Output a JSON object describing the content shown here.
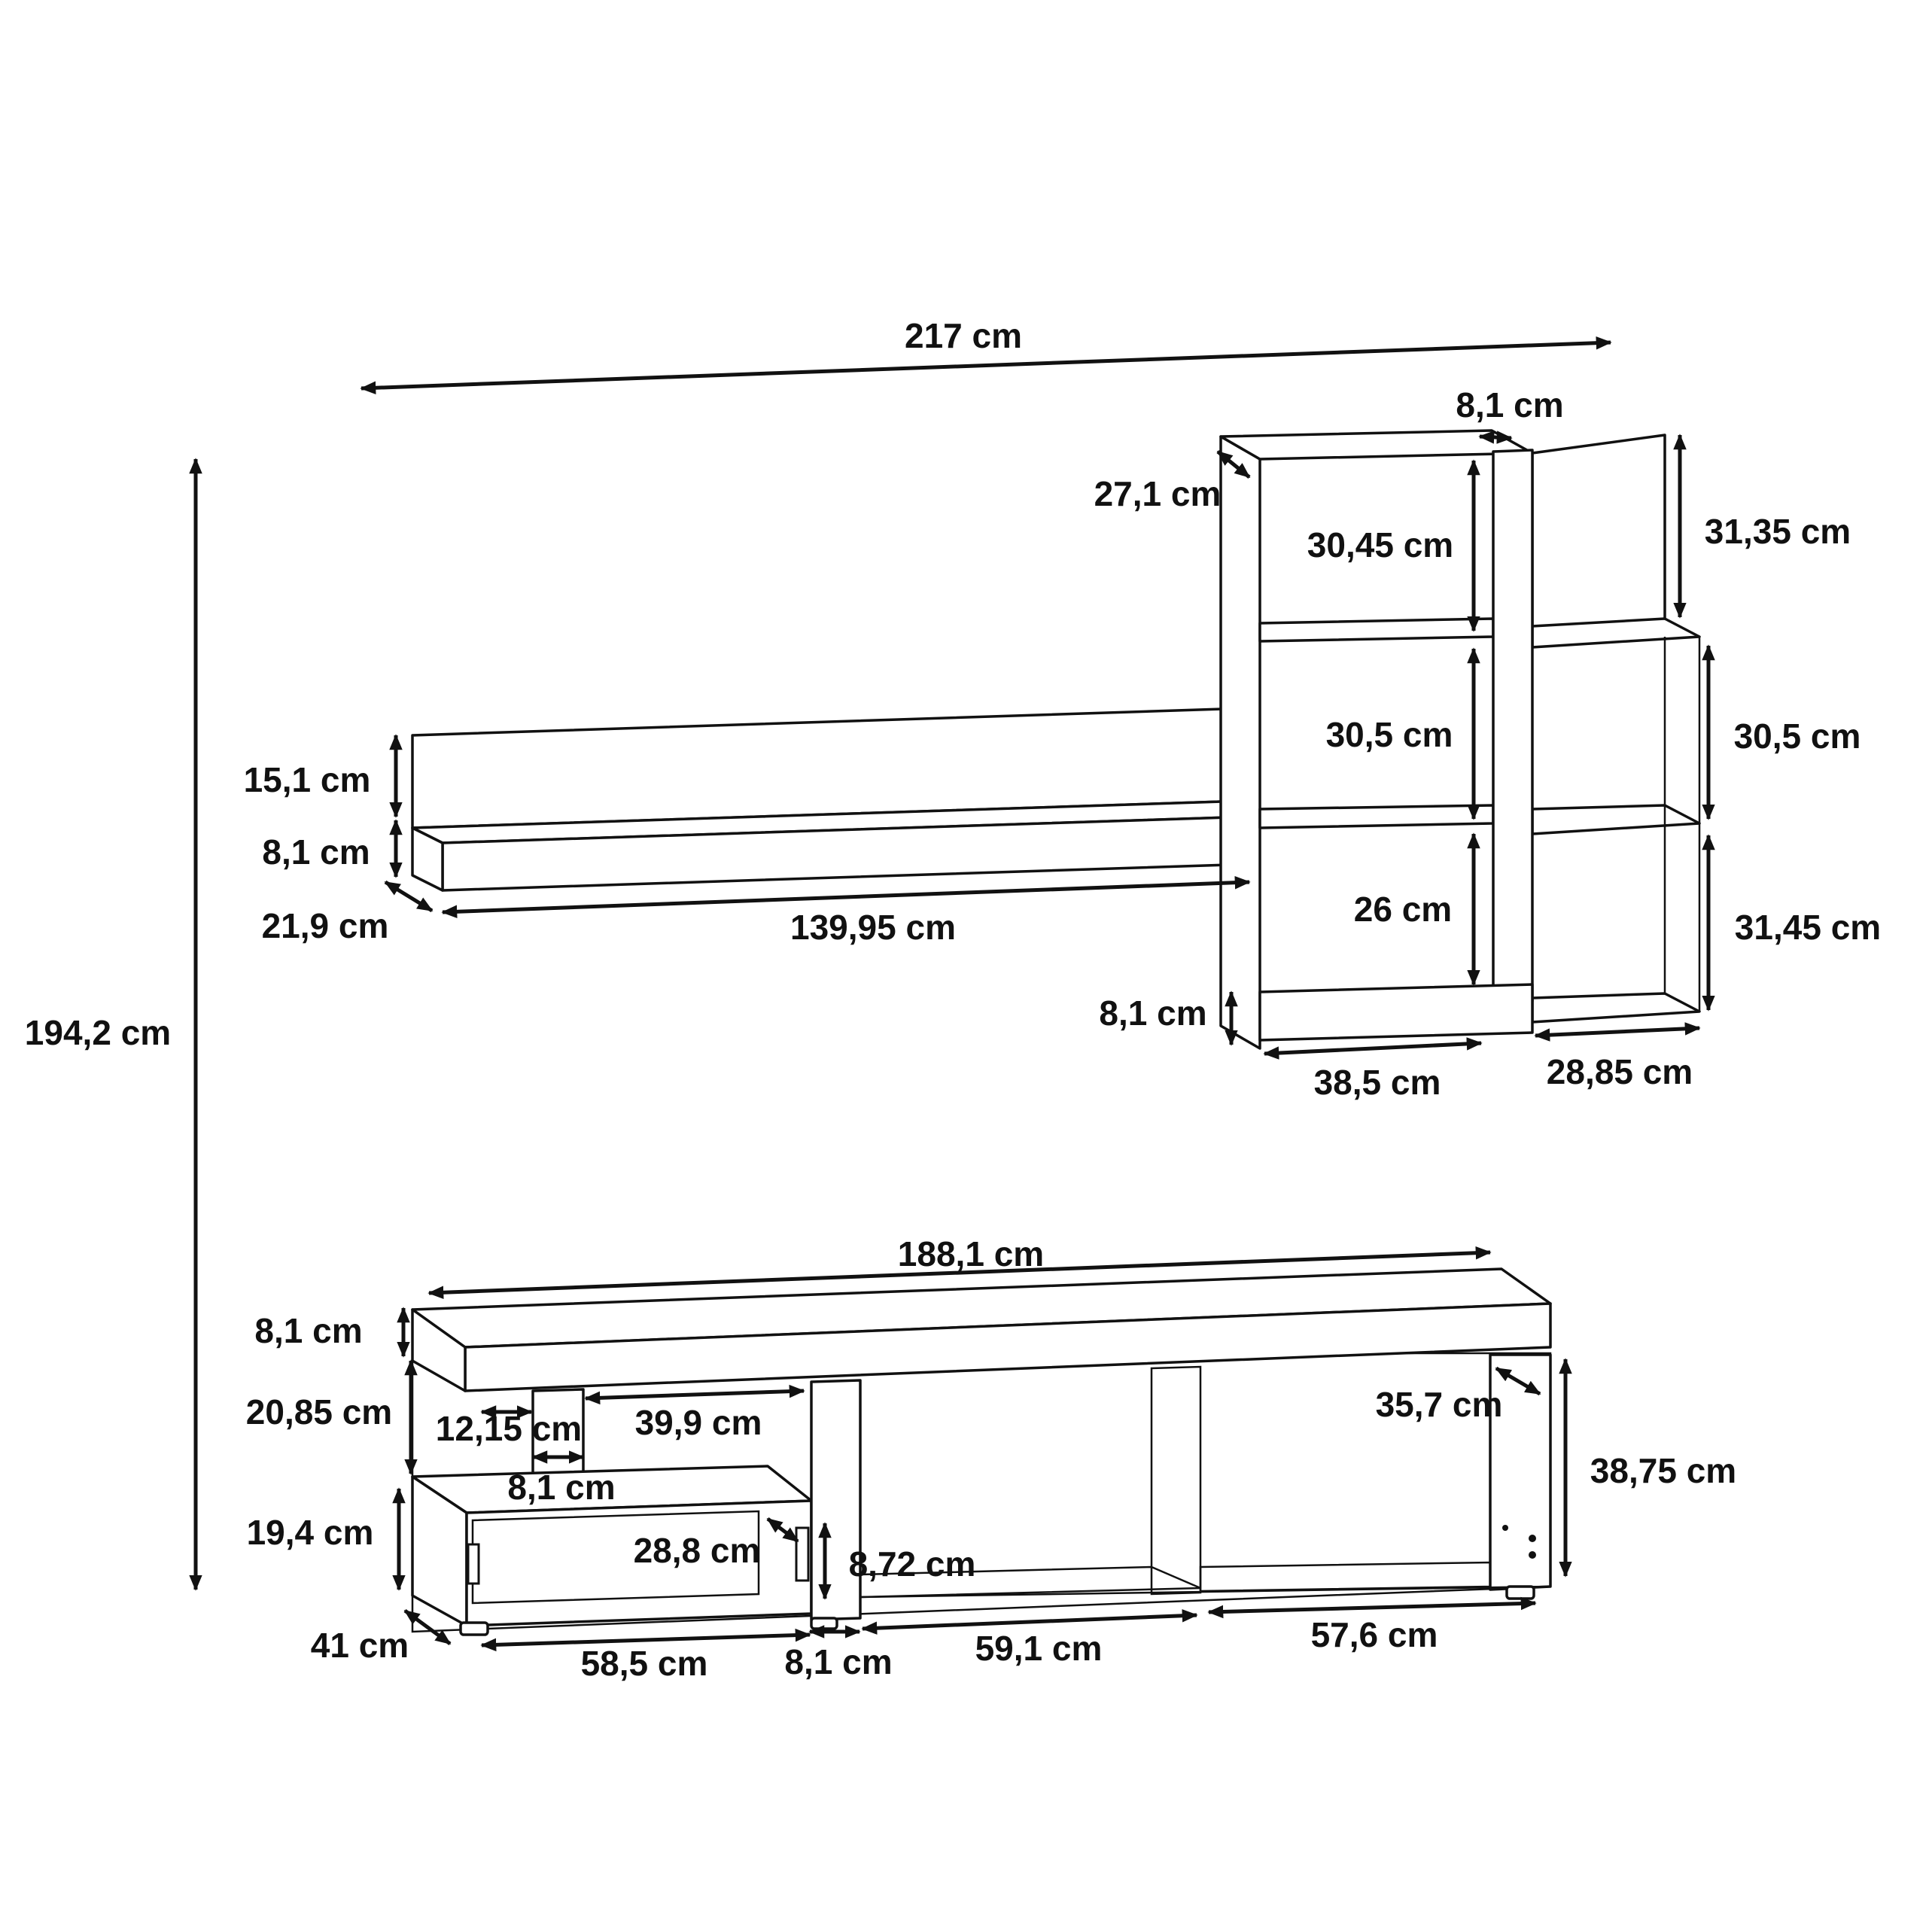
{
  "labels": {
    "total_width": "217 cm",
    "total_height": "194,2 cm",
    "shelf_back_height": "15,1 cm",
    "shelf_thickness": "8,1 cm",
    "shelf_depth": "21,9 cm",
    "shelf_length": "139,95 cm",
    "tower_top_post_width": "8,1 cm",
    "tower_depth": "27,1 cm",
    "tower_compartment_1": "30,45 cm",
    "tower_compartment_2": "30,5 cm",
    "tower_compartment_3": "26 cm",
    "tower_side_1": "31,35 cm",
    "tower_side_2": "30,5 cm",
    "tower_side_3": "31,45 cm",
    "tower_base_height": "8,1 cm",
    "tower_width": "38,5 cm",
    "tower_side_width": "28,85 cm",
    "tv_unit_width": "188,1 cm",
    "tv_top_thickness": "8,1 cm",
    "tv_upper_gap": "20,85 cm",
    "tv_post_offset": "12,15 cm",
    "tv_open_width": "39,9 cm",
    "tv_post_width": "8,1 cm",
    "tv_lower_height": "19,4 cm",
    "tv_drawer_depth": "28,8 cm",
    "tv_divider_gap": "8,72 cm",
    "tv_inner_depth": "35,7 cm",
    "tv_body_height": "38,75 cm",
    "tv_depth": "41 cm",
    "tv_section_1": "58,5 cm",
    "tv_divider_width": "8,1 cm",
    "tv_section_2": "59,1 cm",
    "tv_section_3": "57,6 cm"
  }
}
